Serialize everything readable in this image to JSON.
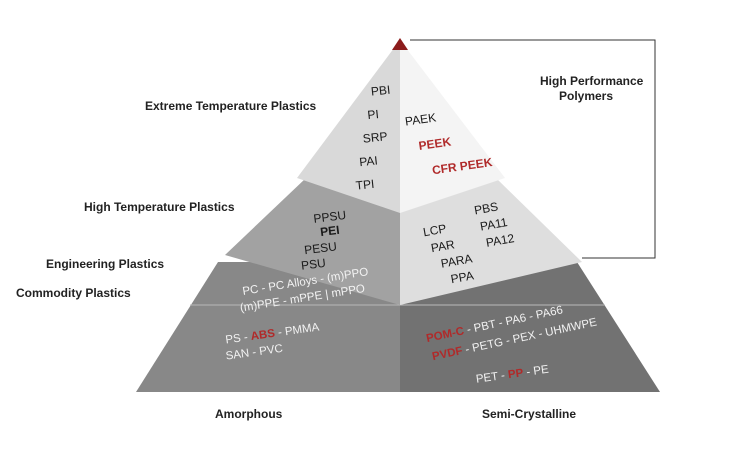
{
  "colors": {
    "accent_red": "#b02a2a",
    "tip_red": "#8c1c1c",
    "apex_left": "#d9d9d9",
    "apex_right": "#f4f4f4",
    "mid_left": "#a2a2a2",
    "mid_right": "#dedede",
    "low_left": "#888888",
    "low_right": "#727272",
    "bracket": "#333333"
  },
  "side_labels": {
    "extreme": "Extreme Temperature Plastics",
    "high": "High Temperature Plastics",
    "engineering": "Engineering Plastics",
    "commodity": "Commodity Plastics"
  },
  "high_performance": {
    "line1": "High Performance",
    "line2": "Polymers"
  },
  "base_labels": {
    "amorphous": "Amorphous",
    "semi": "Semi-Crystalline"
  },
  "apex": {
    "left_items": [
      "PBI",
      "PI",
      "SRP",
      "PAI",
      "TPI"
    ],
    "right_normal": "PAEK",
    "right_red": [
      "PEEK",
      "CFR PEEK"
    ]
  },
  "high_temp": {
    "left": {
      "pre": "PPSU",
      "red": "PEI",
      "post": [
        "PESU",
        "PSU"
      ]
    },
    "right_col1": [
      "LCP",
      "PAR",
      "PARA",
      "PPA"
    ],
    "right_col2": [
      "PBS",
      "PA11",
      "PA12"
    ]
  },
  "engineering": {
    "left_line1": "PC - PC Alloys - (m)PPO",
    "left_line2": "(m)PPE - mPPE | mPPO",
    "right_line1_red": "POM-C",
    "right_line1_rest": " - PBT - PA6 - PA66",
    "right_line2_red": "PVDF",
    "right_line2_rest": " - PETG - PEX - UHMWPE"
  },
  "commodity": {
    "left_line1_pre": "PS - ",
    "left_line1_red": "ABS",
    "left_line1_post": " - PMMA",
    "left_line2": "SAN - PVC",
    "right_pre": "PET - ",
    "right_red": "PP",
    "right_post": " - PE"
  }
}
